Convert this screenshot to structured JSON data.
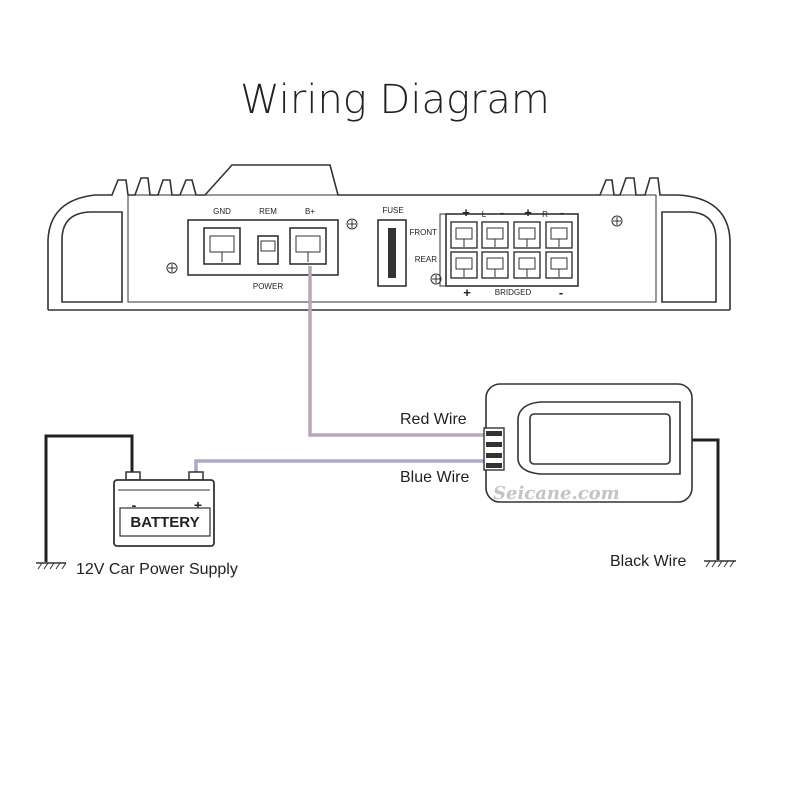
{
  "title": "Wiring Diagram",
  "amplifier": {
    "power_terminals": [
      "GND",
      "REM",
      "B+"
    ],
    "power_label": "POWER",
    "fuse_label": "FUSE",
    "front_label": "FRONT",
    "rear_label": "REAR",
    "speaker_plus": "+",
    "speaker_minus": "-",
    "left_label": "L",
    "right_label": "R",
    "bridged_label": "BRIDGED"
  },
  "wires": {
    "red": "Red Wire",
    "blue": "Blue Wire",
    "black": "Black Wire"
  },
  "battery": {
    "label": "BATTERY",
    "minus": "-",
    "plus": "+",
    "supply_label": "12V Car Power Supply"
  },
  "device": {
    "watermark": "Seicane.com"
  },
  "colors": {
    "line": "#333333",
    "red_wire": "#b9a6b6",
    "blue_wire": "#a9acc4",
    "black_wire": "#222222"
  }
}
